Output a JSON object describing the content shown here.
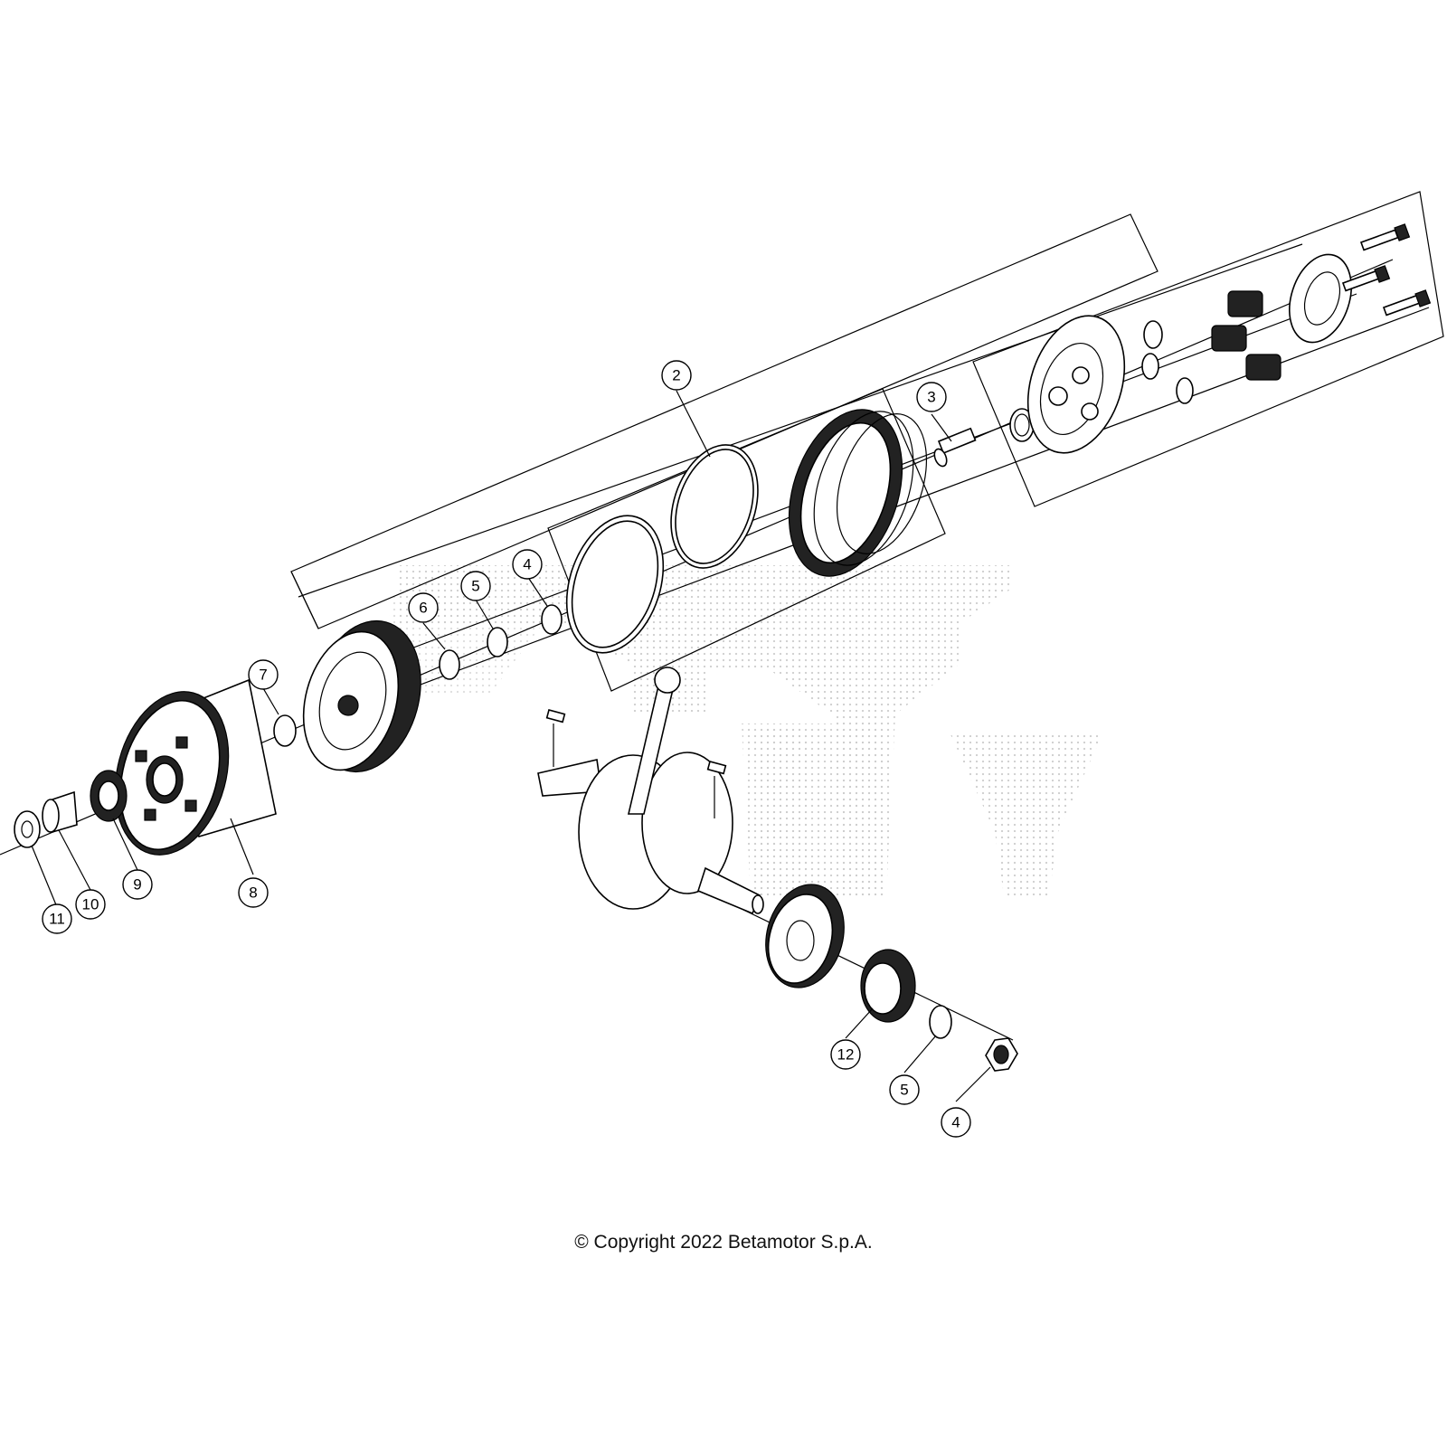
{
  "copyright": "© Copyright 2022 Betamotor S.p.A.",
  "callouts": [
    "2",
    "3",
    "4",
    "5",
    "6",
    "7",
    "8",
    "9",
    "10",
    "11",
    "12",
    "5",
    "4"
  ],
  "watermark_color": "#c8c8c8"
}
